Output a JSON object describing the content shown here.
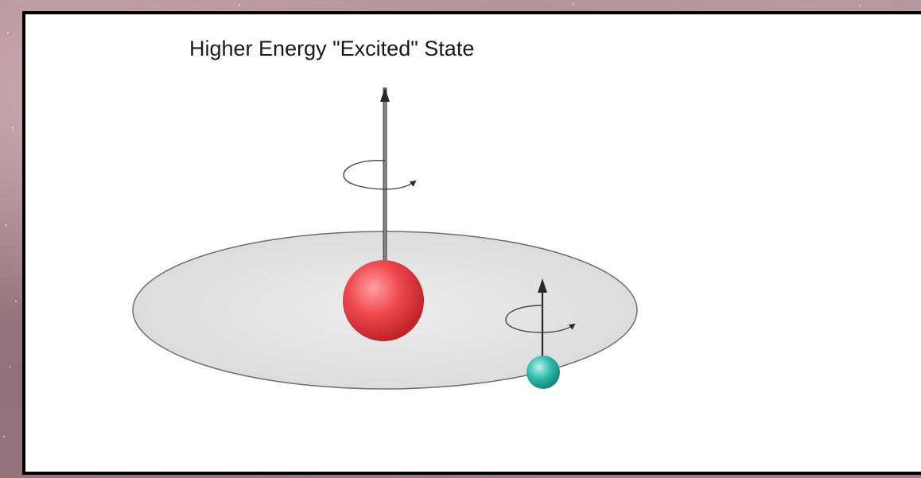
{
  "diagram": {
    "title": "Higher Energy \"Excited\" State",
    "colors": {
      "disc_fill": "#e3e3e3",
      "disc_stroke": "#6e6e6e",
      "proton": "#e0383d",
      "electron": "#2ab4a6",
      "arrow": "#333333",
      "border": "#000000",
      "background": "#ffffff"
    },
    "elements": [
      {
        "name": "orbital-plane",
        "shape": "ellipse"
      },
      {
        "name": "proton",
        "shape": "sphere",
        "spin_arrow": "up"
      },
      {
        "name": "electron",
        "shape": "sphere",
        "spin_arrow": "up"
      }
    ]
  }
}
